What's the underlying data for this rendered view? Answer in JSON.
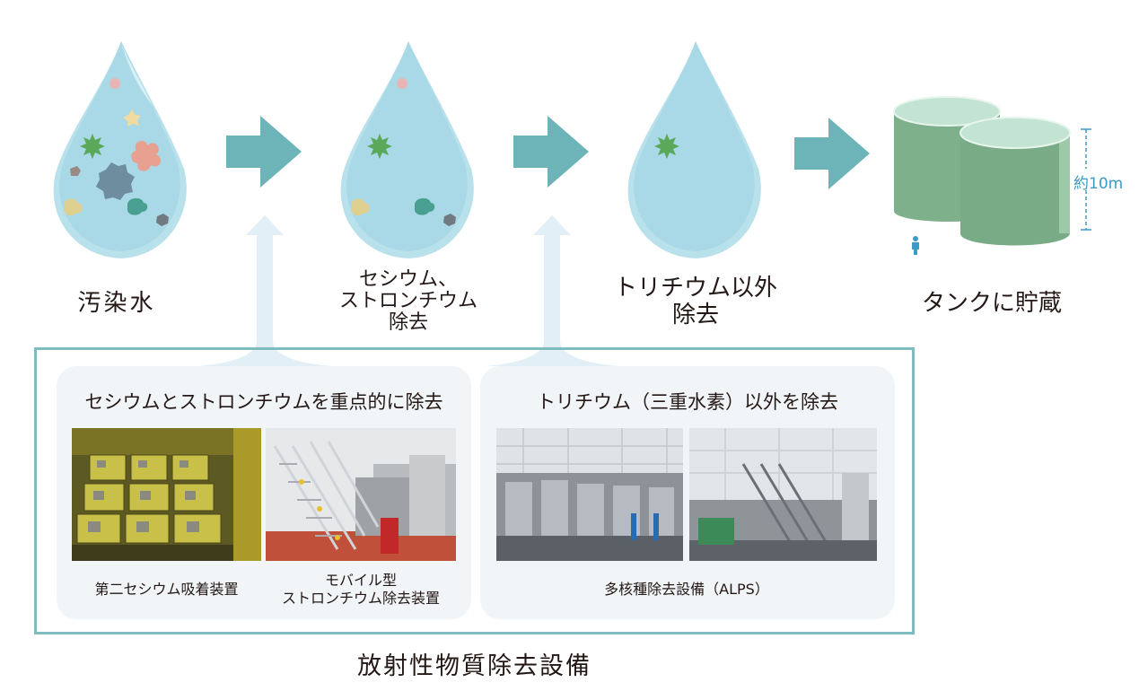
{
  "stages": [
    {
      "label": "汚染水"
    },
    {
      "label_line1": "セシウム、",
      "label_line2": "ストロンチウム",
      "label_line3": "除去"
    },
    {
      "label_line1": "トリチウム以外",
      "label_line2": "除去"
    },
    {
      "label": "タンクに貯蔵"
    }
  ],
  "tank_height_label": "約10m",
  "panels": [
    {
      "title": "セシウムとストロンチウムを重点的に除去",
      "captions": [
        {
          "line1": "第二セシウム吸着装置"
        },
        {
          "line1": "モバイル型",
          "line2": "ストロンチウム除去装置"
        }
      ]
    },
    {
      "title": "トリチウム（三重水素）以外を除去",
      "captions": [
        {
          "line1": "多核種除去設備（ALPS）"
        }
      ]
    }
  ],
  "system_title": "放射性物質除去設備",
  "colors": {
    "drop": "#a9d8e6",
    "arrow": "#6cb4b8",
    "up_arrow": "#e3eff6",
    "frame": "#7fbcc0",
    "tank": "#7fb08c",
    "dim_line": "#3a9bc4"
  }
}
